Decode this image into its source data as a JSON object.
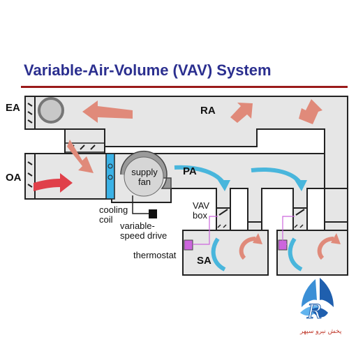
{
  "title": "Variable-Air-Volume (VAV) System",
  "labels": {
    "ea": "EA",
    "oa": "OA",
    "ra": "RA",
    "pa": "PA",
    "sa": "SA",
    "supply_fan_line1": "supply",
    "supply_fan_line2": "fan",
    "cooling_coil_line1": "cooling",
    "cooling_coil_line2": "coil",
    "vsd_line1": "variable-",
    "vsd_line2": "speed drive",
    "vav_line1": "VAV",
    "vav_line2": "box",
    "thermostat": "thermostat"
  },
  "colors": {
    "title": "#2b2f8f",
    "duct": "#e6e6e6",
    "duct_outline": "#222222",
    "return_arrow": "#e08a7a",
    "outdoor_arrow": "#e0404a",
    "supply_arrow": "#49b6dc",
    "cooling_coil": "#3bb2e6",
    "thermostat": "#cc66dd",
    "rule": "#9a1a1a"
  },
  "logo": {
    "icon": "blue-flower-logo-icon",
    "text": "پخش نیرو سپهر"
  }
}
